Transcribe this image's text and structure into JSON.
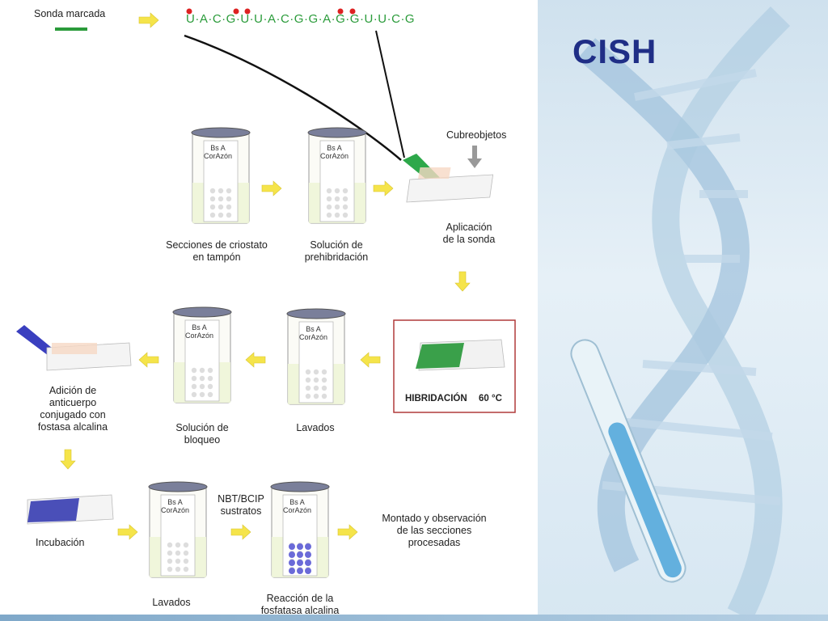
{
  "slide": {
    "title": "CISH"
  },
  "probe": {
    "label": "Sonda marcada",
    "sequence": "U·A·C·G·U·U·A·C·G·G·A·G·G·U·U·C·G"
  },
  "steps": {
    "s1": "Secciones de criostato\nen tampón",
    "s2": "Solución de\nprehibridación",
    "s3": "Aplicación\nde la sonda",
    "s3_coverslip": "Cubreobjetos",
    "s4_label": "HIBRIDACIÓN",
    "s4_temp": "60 °C",
    "s5": "Lavados",
    "s6": "Solución de\nbloqueo",
    "s7": "Adición de\nanticuerpo\nconjugado con\nfostasa alcalina",
    "s8": "Incubación",
    "s9": "Lavados",
    "s10_substrates": "NBT/BCIP\nsustratos",
    "s10": "Reacción de la\nfosfatasa alcalina",
    "s11": "Montado y observación\nde las secciones\nprocesadas"
  },
  "jar_label": "Bs A\nCorAzón",
  "colors": {
    "arrow": "#f5e44a",
    "probe_line": "#2a9b3a",
    "hyb_slide": "#3aa04a",
    "incubation_slide": "#4a4fb8",
    "reaction_dots": "#6a6ad8",
    "red_box": "#b13a3a",
    "title": "#1f2e86"
  }
}
